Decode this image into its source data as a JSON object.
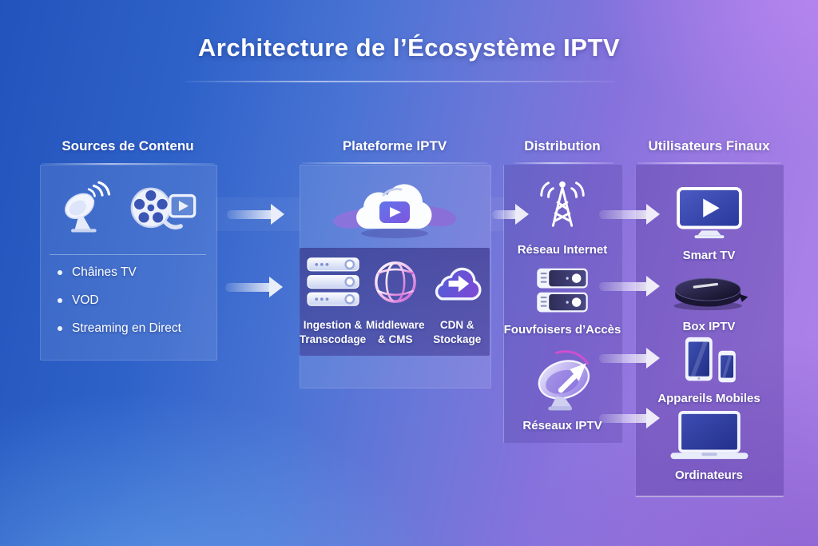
{
  "title": "Architecture de l’Écosystème IPTV",
  "columns": {
    "sources": {
      "header": "Sources de Contenu",
      "icons": [
        "satellite-dish-icon",
        "film-reel-icon"
      ],
      "items": [
        "Châines TV",
        "VOD",
        "Streaming en Direct"
      ]
    },
    "platform": {
      "header": "Plateforme IPTV",
      "cloud_icon": "cloud-play-icon",
      "components": [
        {
          "icon": "server-stack-icon",
          "label": "Ingestion &\nTranscodage"
        },
        {
          "icon": "globe-icon",
          "label": "Middleware\n& CMS"
        },
        {
          "icon": "cloud-share-icon",
          "label": "CDN &\nStockage"
        }
      ]
    },
    "distribution": {
      "header": "Distribution",
      "items": [
        {
          "icon": "antenna-tower-icon",
          "label": "Réseau Internet"
        },
        {
          "icon": "access-servers-icon",
          "label": "Fouvfoisers d’Accès"
        },
        {
          "icon": "satellite-dish-arrow-icon",
          "label": "Réseaux IPTV"
        }
      ]
    },
    "users": {
      "header": "Utilisateurs Finaux",
      "items": [
        {
          "icon": "smart-tv-icon",
          "label": "Smart TV"
        },
        {
          "icon": "iptv-box-icon",
          "label": "Box IPTV"
        },
        {
          "icon": "mobile-devices-icon",
          "label": "Appareils Mobiles"
        },
        {
          "icon": "laptop-icon",
          "label": "Ordinateurs"
        }
      ]
    }
  },
  "colors": {
    "bg_blue": "#2253bc",
    "bg_purple": "#b184ea",
    "panel_dark_indigo": "#37317e",
    "accent_magenta": "#d14fd0",
    "arrow_white": "#ffffff"
  }
}
